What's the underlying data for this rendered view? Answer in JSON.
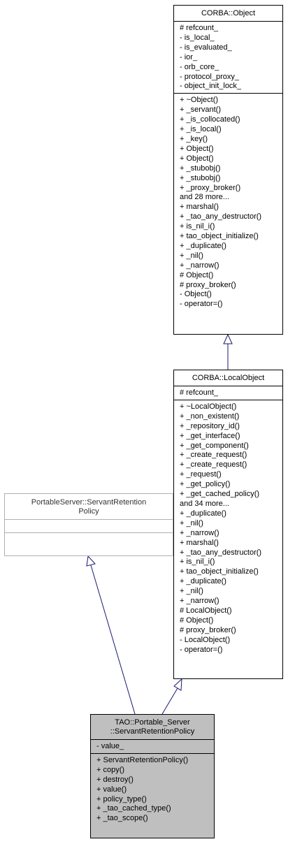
{
  "classes": {
    "corba_object": {
      "title": "CORBA::Object",
      "attributes": [
        "# refcount_",
        "- is_local_",
        "- is_evaluated_",
        "- ior_",
        "- orb_core_",
        "- protocol_proxy_",
        "- object_init_lock_"
      ],
      "operations": [
        "+ ~Object()",
        "+ _servant()",
        "+ _is_collocated()",
        "+ _is_local()",
        "+ _key()",
        "+ Object()",
        "+ Object()",
        "+ _stubobj()",
        "+ _stubobj()",
        "+ _proxy_broker()",
        "and 28 more...",
        "+ marshal()",
        "+ _tao_any_destructor()",
        "+ is_nil_i()",
        "+ tao_object_initialize()",
        "+ _duplicate()",
        "+ _nil()",
        "+ _narrow()",
        "# Object()",
        "# proxy_broker()",
        "- Object()",
        "- operator=()"
      ]
    },
    "corba_localobject": {
      "title": "CORBA::LocalObject",
      "attributes": [
        "# refcount_"
      ],
      "operations": [
        "+ ~LocalObject()",
        "+ _non_existent()",
        "+ _repository_id()",
        "+ _get_interface()",
        "+ _get_component()",
        "+ _create_request()",
        "+ _create_request()",
        "+ _request()",
        "+ _get_policy()",
        "+ _get_cached_policy()",
        "and 34 more...",
        "+ _duplicate()",
        "+ _nil()",
        "+ _narrow()",
        "+ marshal()",
        "+ _tao_any_destructor()",
        "+ is_nil_i()",
        "+ tao_object_initialize()",
        "+ _duplicate()",
        "+ _nil()",
        "+ _narrow()",
        "# LocalObject()",
        "# Object()",
        "# proxy_broker()",
        "- LocalObject()",
        "- operator=()"
      ]
    },
    "portableserver_policy": {
      "title_line1": "PortableServer::ServantRetention",
      "title_line2": "Policy"
    },
    "tao_policy": {
      "title_line1": "TAO::Portable_Server",
      "title_line2": "::ServantRetentionPolicy",
      "attributes": [
        "- value_"
      ],
      "operations": [
        "+ ServantRetentionPolicy()",
        "+ copy()",
        "+ destroy()",
        "+ value()",
        "+ policy_type()",
        "+ _tao_cached_type()",
        "+ _tao_scope()"
      ]
    }
  },
  "colors": {
    "edge": "#191970",
    "focus_fill": "#bfbfbf",
    "external_border": "#b0b0b0"
  }
}
